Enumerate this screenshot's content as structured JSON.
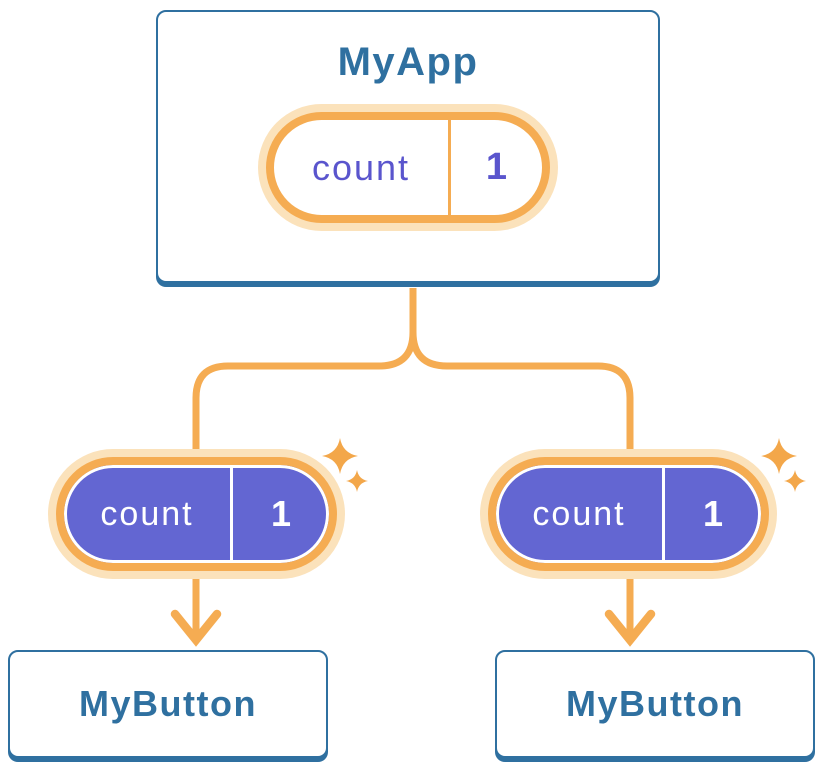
{
  "diagram": {
    "description": "Component tree sharing state",
    "root": {
      "title": "MyApp",
      "state": {
        "label": "count",
        "value": "1"
      }
    },
    "children": [
      {
        "title": "MyButton",
        "state": {
          "label": "count",
          "value": "1"
        }
      },
      {
        "title": "MyButton",
        "state": {
          "label": "count",
          "value": "1"
        }
      }
    ],
    "colors": {
      "card_blue": "#2F70A0",
      "accent_orange": "#F5AC52",
      "pale_orange": "#FBE2BB",
      "pill_purple": "#6366D2",
      "pill_text_purple": "#5A55CD",
      "white": "#FFFFFF"
    },
    "icons": {
      "sparkle": "four-point-star",
      "arrow": "arrow-down"
    }
  }
}
